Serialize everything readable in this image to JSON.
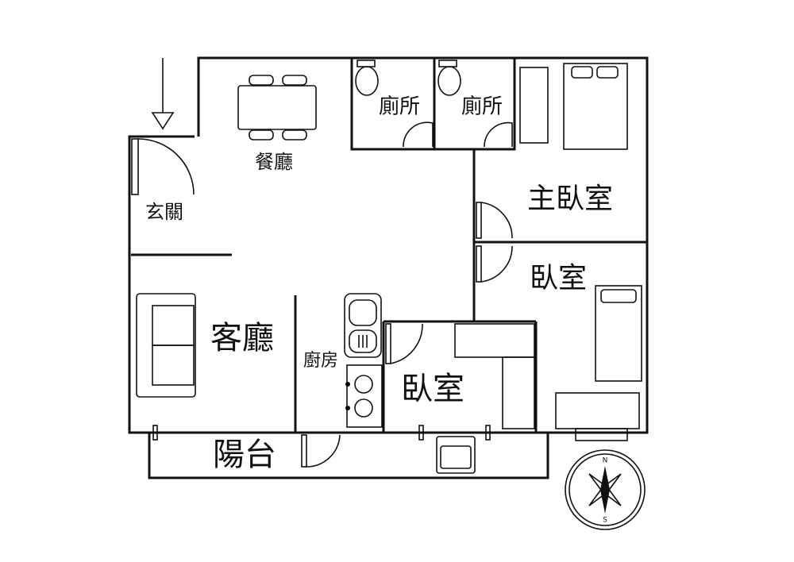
{
  "rooms": {
    "toilet_1": "廁所",
    "toilet_2": "廁所",
    "master_bedroom": "主臥室",
    "bedroom_right": "臥室",
    "dining": "餐廳",
    "entrance": "玄關",
    "living": "客廳",
    "kitchen": "廚房",
    "bedroom_middle": "臥室",
    "balcony": "陽台"
  },
  "compass": {
    "north": "N",
    "south": "S"
  }
}
